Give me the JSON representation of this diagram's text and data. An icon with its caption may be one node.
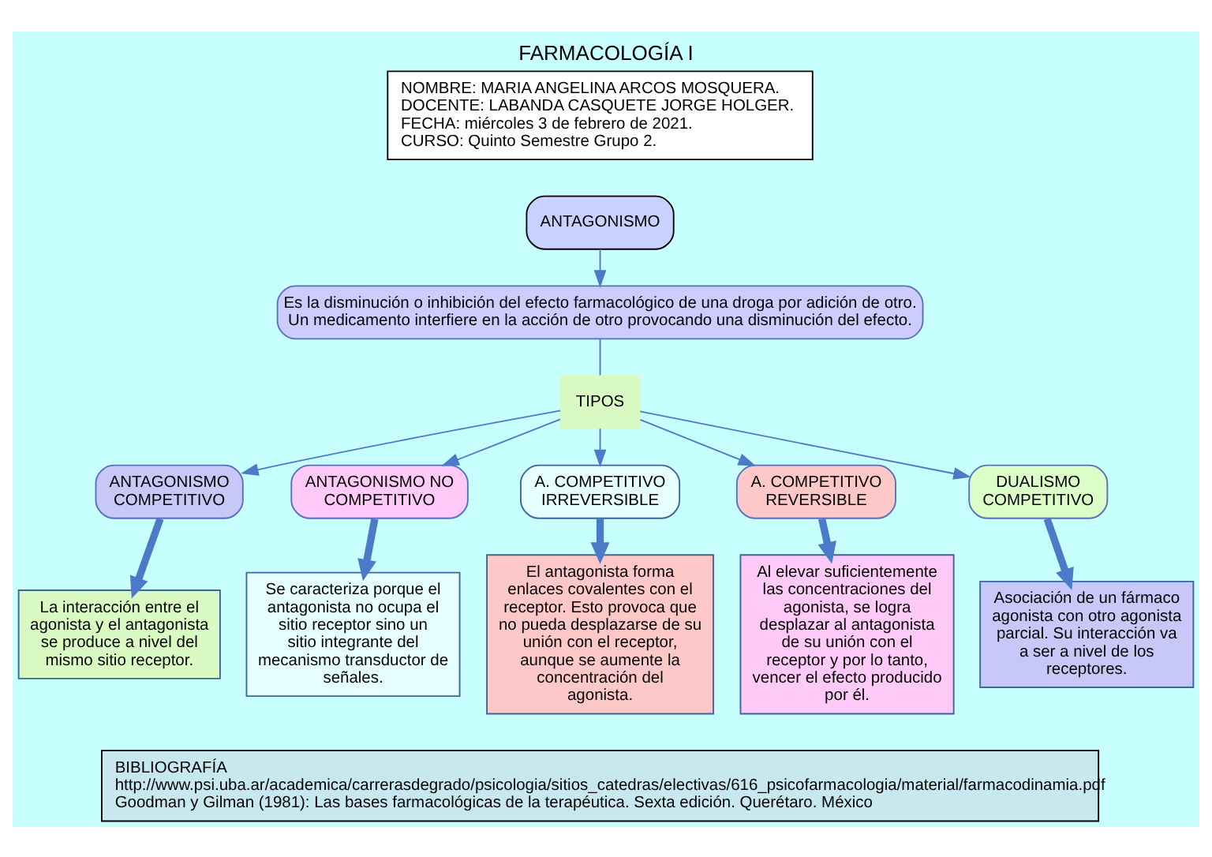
{
  "diagram": {
    "title": "FARMACOLOGÍA I",
    "nodes": [
      {
        "text": [
          "NOMBRE: MARIA ANGELINA ARCOS MOSQUERA.",
          "DOCENTE: LABANDA CASQUETE JORGE HOLGER.",
          "FECHA: miércoles 3 de febrero de 2021.",
          "CURSO: Quinto Semestre Grupo 2."
        ]
      },
      {
        "text": [
          "ANTAGONISMO"
        ]
      },
      {
        "text": [
          "Es la disminución o inhibición del efecto farmacológico de una droga por adición de otro.",
          "Un medicamento interfiere en la acción de otro provocando una disminución del efecto."
        ]
      },
      {
        "text": [
          "TIPOS"
        ]
      },
      {
        "text": [
          "ANTAGONISMO COMPETITIVO"
        ]
      },
      {
        "text": [
          "ANTAGONISMO NO COMPETITIVO"
        ]
      },
      {
        "text": [
          "A. COMPETITIVO IRREVERSIBLE"
        ]
      },
      {
        "text": [
          "A. COMPETITIVO REVERSIBLE"
        ]
      },
      {
        "text": [
          "DUALISMO COMPETITIVO"
        ]
      },
      {
        "text": [
          "La interacción entre el agonista y el antagonista se produce a nivel del mismo sitio receptor."
        ]
      },
      {
        "text": [
          "Se caracteriza porque el antagonista no ocupa el sitio receptor sino un sitio integrante del mecanismo transductor de señales."
        ]
      },
      {
        "text": [
          "El antagonista forma enlaces covalentes con el receptor. Esto provoca que no pueda desplazarse de su unión con el receptor, aunque se aumente la concentración del agonista."
        ]
      },
      {
        "text": [
          "Al elevar suficientemente las concentraciones del agonista, se logra desplazar al antagonista de su unión con el receptor y por lo tanto, vencer el efecto producido por él."
        ]
      },
      {
        "text": [
          "Asociación de un fármaco agonista con otro agonista parcial. Su interacción va a ser a nivel de los receptores."
        ]
      },
      {
        "text": [
          "BIBLIOGRAFÍA",
          "http://www.psi.uba.ar/academica/carrerasdegrado/psicologia/sitios_catedras/electivas/616_psicofarmacologia/material/farmacodinamia.pdf",
          "Goodman y Gilman (1981): Las bases farmacológicas de la terapéutica. Sexta edición. Querétaro. México"
        ]
      }
    ],
    "edges": [
      {
        "from": 1,
        "to": 2,
        "arrow": "to"
      },
      {
        "from": 2,
        "to": 3,
        "arrow": "none"
      },
      {
        "from": 3,
        "to": 4,
        "arrow": "to"
      },
      {
        "from": 3,
        "to": 5,
        "arrow": "to"
      },
      {
        "from": 3,
        "to": 6,
        "arrow": "to"
      },
      {
        "from": 3,
        "to": 7,
        "arrow": "to"
      },
      {
        "from": 3,
        "to": 8,
        "arrow": "to"
      },
      {
        "from": 4,
        "to": 9,
        "arrow": "to",
        "style": "thick"
      },
      {
        "from": 5,
        "to": 10,
        "arrow": "to",
        "style": "thick"
      },
      {
        "from": 6,
        "to": 11,
        "arrow": "to",
        "style": "thick"
      },
      {
        "from": 7,
        "to": 12,
        "arrow": "to",
        "style": "thick"
      },
      {
        "from": 8,
        "to": 13,
        "arrow": "to",
        "style": "thick"
      }
    ]
  }
}
